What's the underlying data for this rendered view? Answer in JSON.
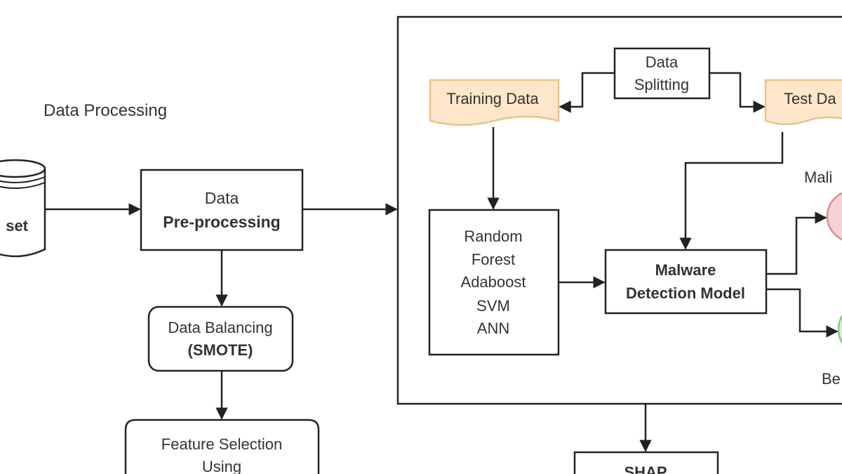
{
  "colors": {
    "stroke": "#222222",
    "text": "#333333",
    "training_fill": "#fde6c9",
    "training_stroke": "#e7c48c",
    "malicious_fill": "#f6d3d3",
    "malicious_stroke": "#d98f8f",
    "benign_fill": "#d9efd2",
    "benign_stroke": "#8cc47e"
  },
  "section_labels": {
    "data_processing": "Data Processing"
  },
  "nodes": {
    "dataset": "set",
    "preprocessing": [
      "Data",
      "Pre-processing"
    ],
    "balancing": [
      "Data Balancing",
      "(SMOTE)"
    ],
    "feature_selection": [
      "Feature Selection",
      "Using"
    ],
    "data_splitting": [
      "Data",
      "Splitting"
    ],
    "training_data": "Training Data",
    "test_data": "Test Da",
    "algorithms": [
      "Random",
      "Forest",
      "Adaboost",
      "SVM",
      "ANN"
    ],
    "detection_model": [
      "Malware",
      "Detection Model"
    ],
    "malicious": "Mali",
    "benign": "Be",
    "shap": "SHAP"
  }
}
